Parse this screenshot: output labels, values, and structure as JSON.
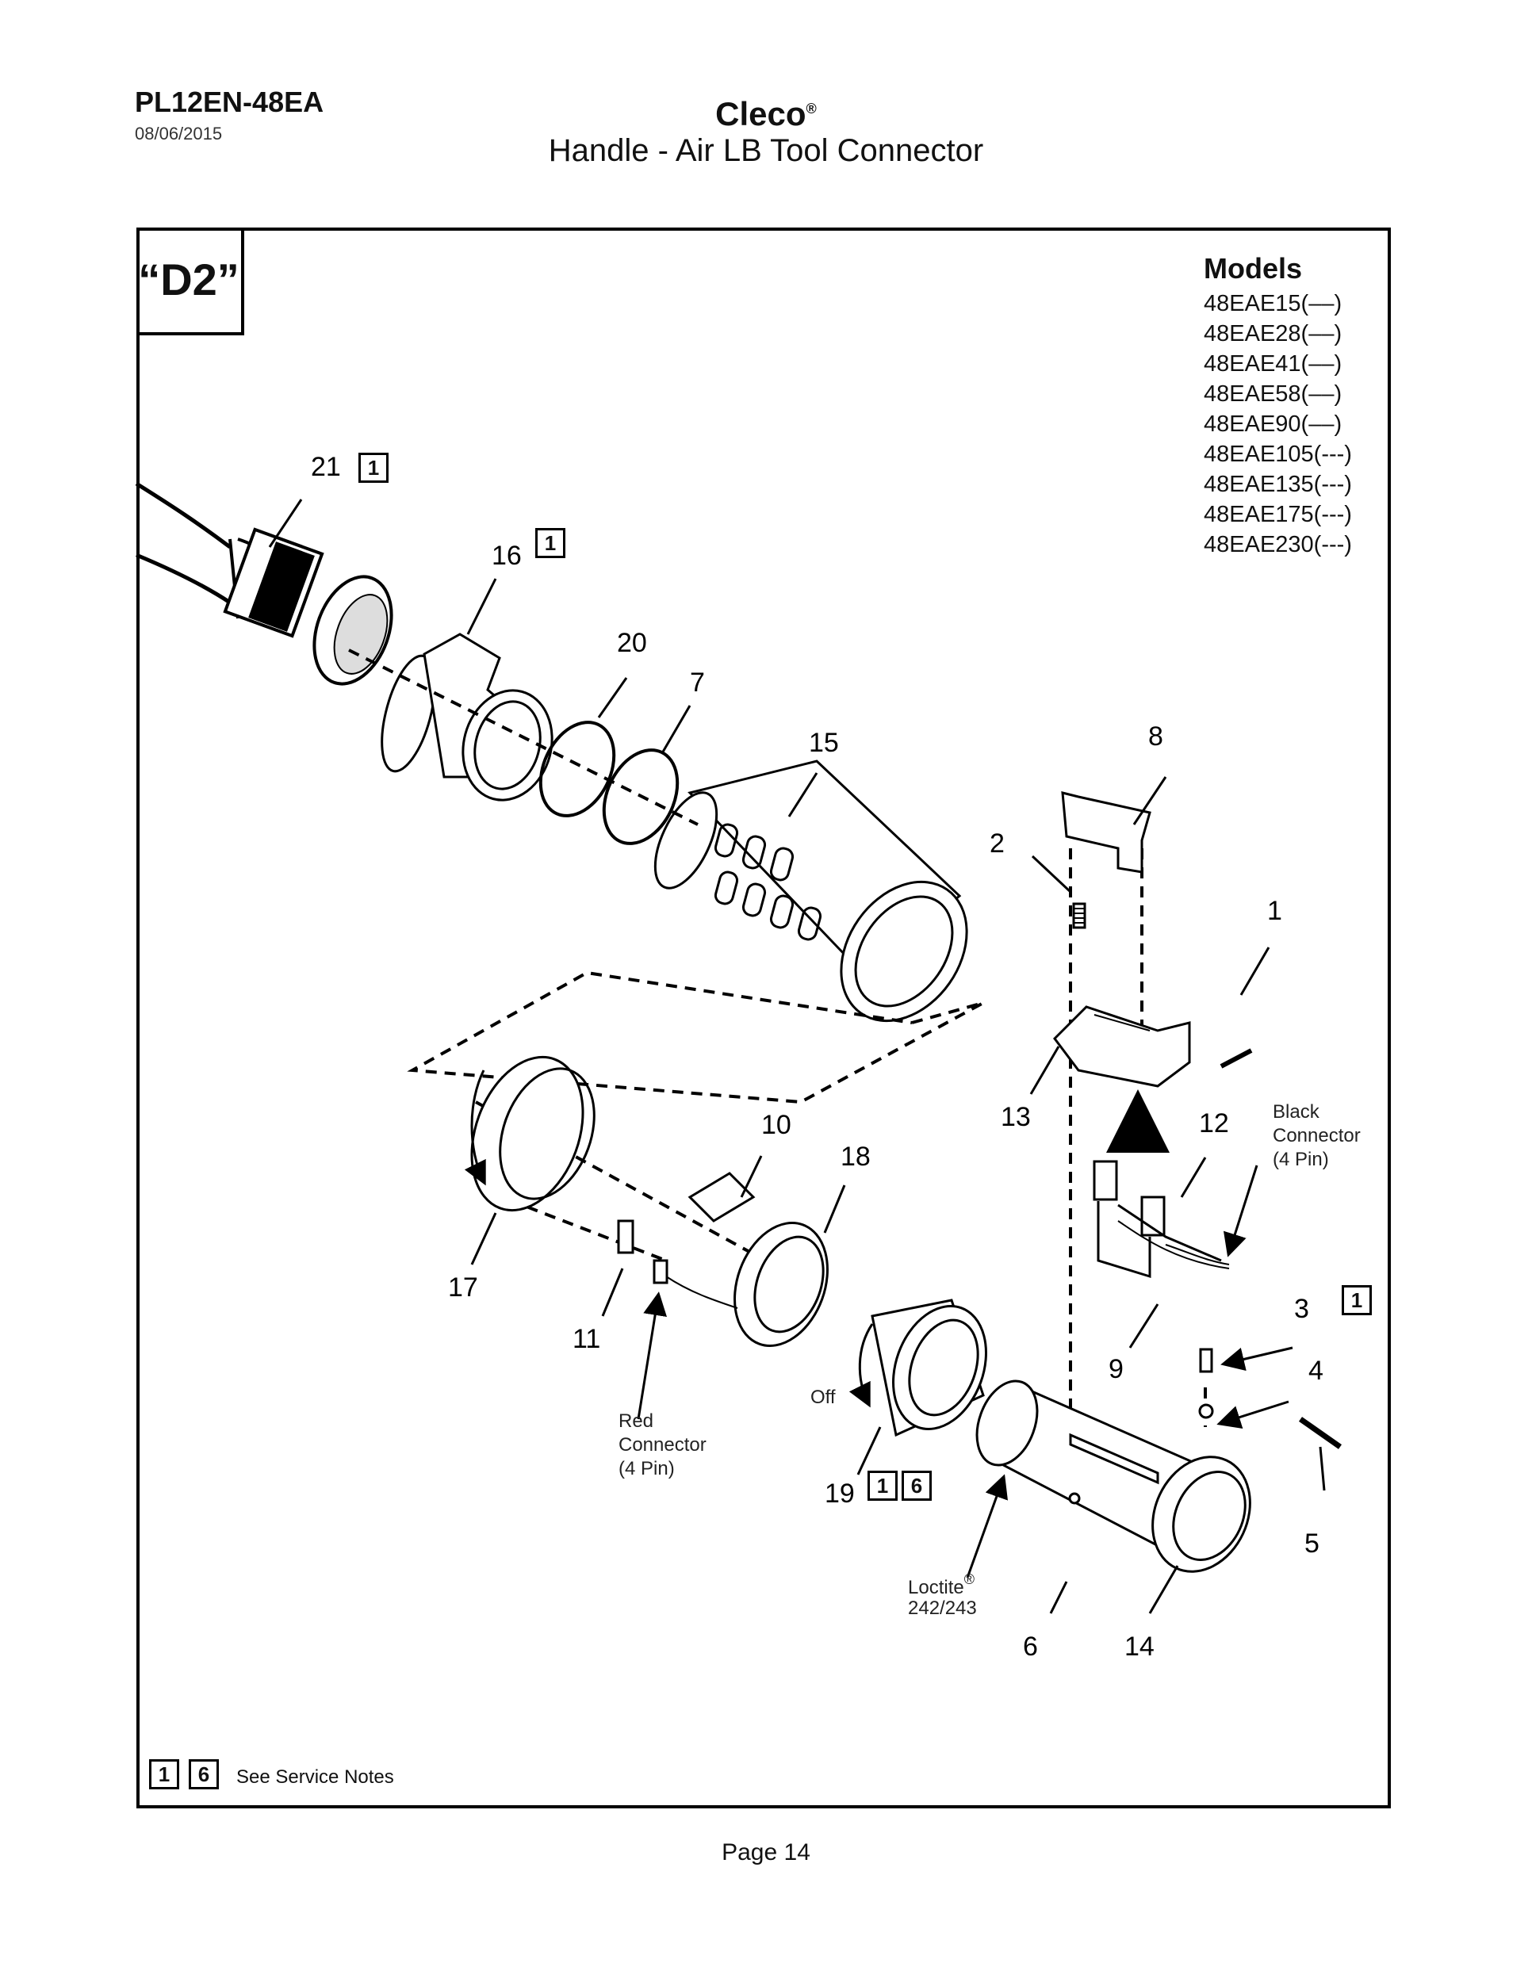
{
  "header": {
    "doc_id": "PL12EN-48EA",
    "date": "08/06/2015",
    "brand": "Cleco",
    "brand_mark": "®",
    "subtitle": "Handle - Air LB Tool Connector"
  },
  "view_label": "“D2”",
  "models": {
    "title": "Models",
    "items": [
      "48EAE15(––)",
      "48EAE28(––)",
      "48EAE41(––)",
      "48EAE58(––)",
      "48EAE90(––)",
      "48EAE105(---)",
      "48EAE135(---)",
      "48EAE175(---)",
      "48EAE230(---)"
    ]
  },
  "callouts": {
    "c1": "1",
    "c2": "2",
    "c3": "3",
    "c4": "4",
    "c5": "5",
    "c6": "6",
    "c7": "7",
    "c8": "8",
    "c9": "9",
    "c10": "10",
    "c11": "11",
    "c12": "12",
    "c13": "13",
    "c14": "14",
    "c15": "15",
    "c16": "16",
    "c17": "17",
    "c18": "18",
    "c19": "19",
    "c20": "20",
    "c21": "21"
  },
  "service_note_boxes": {
    "n1": "1",
    "n6": "6"
  },
  "annotations": {
    "black_connector": [
      "Black",
      "Connector",
      "(4 Pin)"
    ],
    "red_connector": [
      "Red",
      "Connector",
      "(4 Pin)"
    ],
    "off": "Off",
    "loctite": "Loctite",
    "loctite_mark": "®",
    "loctite_grades": "242/243"
  },
  "legend": {
    "text": "See Service Notes"
  },
  "footer": {
    "page": "Page 14"
  }
}
